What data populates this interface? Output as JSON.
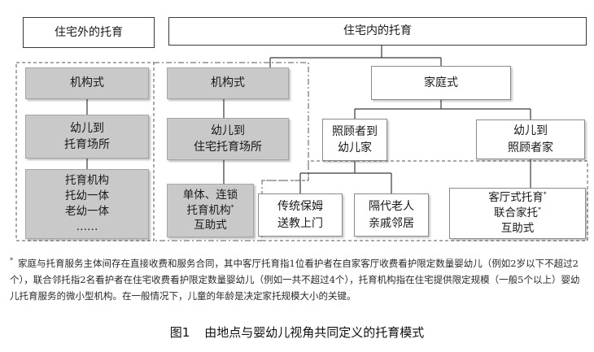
{
  "colors": {
    "line": "#3a3a3a",
    "gray_fill": "#c9c9c9",
    "dash": "#555555"
  },
  "diagram": {
    "outside_header": "住宅外的托育",
    "inside_header": "住宅内的托育",
    "col1": {
      "type": "机构式",
      "location": "幼儿到\n托育场所",
      "examples": "托育机构\n托幼一体\n老幼一体\n……"
    },
    "col2": {
      "type": "机构式",
      "location": "幼儿到\n住宅托育场所",
      "examples_lines": [
        "单体、连锁",
        "托育机构",
        "互助式"
      ],
      "examples_mark": "*"
    },
    "family": {
      "type": "家庭式",
      "caregiver_to_child": "照顾者到\n幼儿家",
      "child_to_caregiver": "幼儿到\n照顾者家",
      "nanny": "传统保姆\n送教上门",
      "relatives": "隔代老人\n亲戚邻居",
      "host_lines": [
        "客厅式托育",
        "联合家托",
        "互助式"
      ],
      "host_mark": "*"
    }
  },
  "footnote": {
    "mark": "*",
    "text": "家庭与托育服务主体间存在直接收费和服务合同，其中客厅托育指1位看护者在自家客厅收费看护限定数量婴幼儿（例如2岁以下不超过2个），联合邻托指2名看护者在住宅收费看护限定数量婴幼儿（例如一共不超过4个），托育机构指在住宅提供限定规模（一般5个以上）婴幼儿托育服务的微小型机构。在一般情况下，儿童的年龄是决定家托规模大小的关键。"
  },
  "caption": {
    "number": "图1",
    "title": "由地点与婴幼儿视角共同定义的托育模式"
  }
}
